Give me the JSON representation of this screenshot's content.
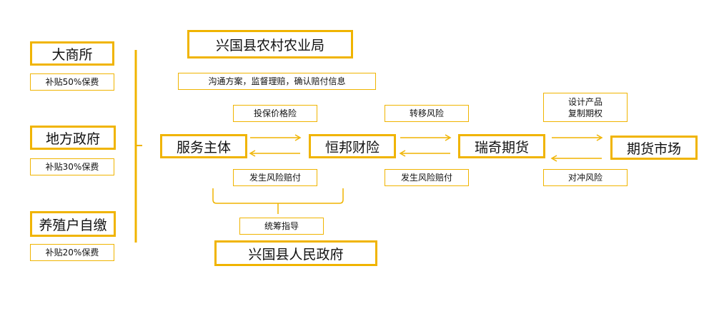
{
  "colors": {
    "accent": "#F0B400"
  },
  "left": {
    "dashangsuo": "大商所",
    "dashangsuo_subsidy": "补贴50%保费",
    "difang": "地方政府",
    "difang_subsidy": "补贴30%保费",
    "yangzhi": "养殖户自缴",
    "yangzhi_subsidy": "补贴20%保费"
  },
  "top": {
    "bureau": "兴国县农村农业局",
    "bureau_note": "沟通方案，监督理赔，确认赔付信息"
  },
  "flow": {
    "service": "服务主体",
    "hengbang": "恒邦财险",
    "ruiqi": "瑞奇期货",
    "market": "期货市场"
  },
  "labels": {
    "insure": "投保价格险",
    "claim_left": "发生风险赔付",
    "transfer": "转移风险",
    "claim_mid": "发生风险赔付",
    "design": [
      "设计产品",
      "复制期权"
    ],
    "hedge": "对冲风险"
  },
  "bottom": {
    "coordinate": "统筹指导",
    "gov": "兴国县人民政府"
  }
}
